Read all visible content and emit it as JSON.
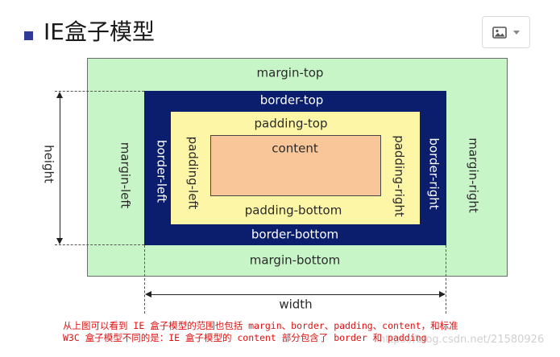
{
  "header": {
    "title": "IE盒子模型"
  },
  "toolbar": {
    "image_button_icon": "image-icon",
    "dropdown_icon": "caret-down-icon"
  },
  "diagram": {
    "margin": {
      "top": "margin-top",
      "bottom": "margin-bottom",
      "left": "margin-left",
      "right": "margin-right"
    },
    "border": {
      "top": "border-top",
      "bottom": "border-bottom",
      "left": "border-left",
      "right": "border-right"
    },
    "padding": {
      "top": "padding-top",
      "bottom": "padding-bottom",
      "left": "padding-left",
      "right": "padding-right"
    },
    "content": "content",
    "height_label": "height",
    "width_label": "width",
    "colors": {
      "margin": "#c8f5c8",
      "border": "#0b1e6e",
      "padding": "#fdf6a6",
      "content": "#f9c69a",
      "caption": "#e01010"
    }
  },
  "caption": {
    "line1": "从上图可以看到 IE 盒子模型的范围也包括 margin、border、padding、content，和标准",
    "line2": "W3C 盒子模型不同的是：IE 盒子模型的 content 部分包含了 border 和 padding"
  },
  "watermark": "https://blog.csdn.net/21580926"
}
